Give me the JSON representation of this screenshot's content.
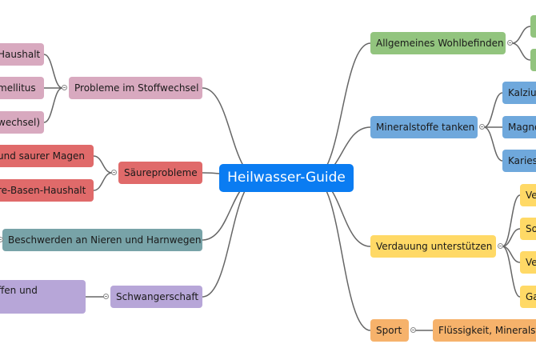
{
  "colors": {
    "root": "#0a7cf2",
    "link": "#666666",
    "pink": "#d8a9bf",
    "red": "#e06a6a",
    "teal": "#78a3a8",
    "lavender": "#b7a6d8",
    "green": "#92c47e",
    "blue": "#6fa8dc",
    "yellow": "#ffd966",
    "orange": "#f6b26b"
  },
  "root": {
    "label": "Heilwasser-Guide"
  },
  "left": {
    "stoffwechsel": {
      "label": "Probleme im Stoffwechsel",
      "children": [
        "Haushalt",
        "mellitus",
        "wechsel)"
      ]
    },
    "saeure": {
      "label": "Säureprobleme",
      "children": [
        "und saurer Magen",
        "re-Basen-Haushalt"
      ]
    },
    "nieren": {
      "label": "Beschwerden an Nieren und Harnwegen"
    },
    "schwanger": {
      "label": "Schwangerschaft",
      "children": [
        "ffen und"
      ]
    }
  },
  "right": {
    "wohlbefinden": {
      "label": "Allgemeines Wohlbefinden",
      "children": [
        "",
        ""
      ]
    },
    "mineralstoffe": {
      "label": "Mineralstoffe tanken",
      "children": [
        "Kalziu",
        "Magne",
        "Karies"
      ]
    },
    "verdauung": {
      "label": "Verdauung unterstützen",
      "children": [
        "Ve",
        "So",
        "Ve",
        "Ga"
      ]
    },
    "sport": {
      "label": "Sport",
      "children": [
        "Flüssigkeit, Mineralst"
      ]
    }
  }
}
